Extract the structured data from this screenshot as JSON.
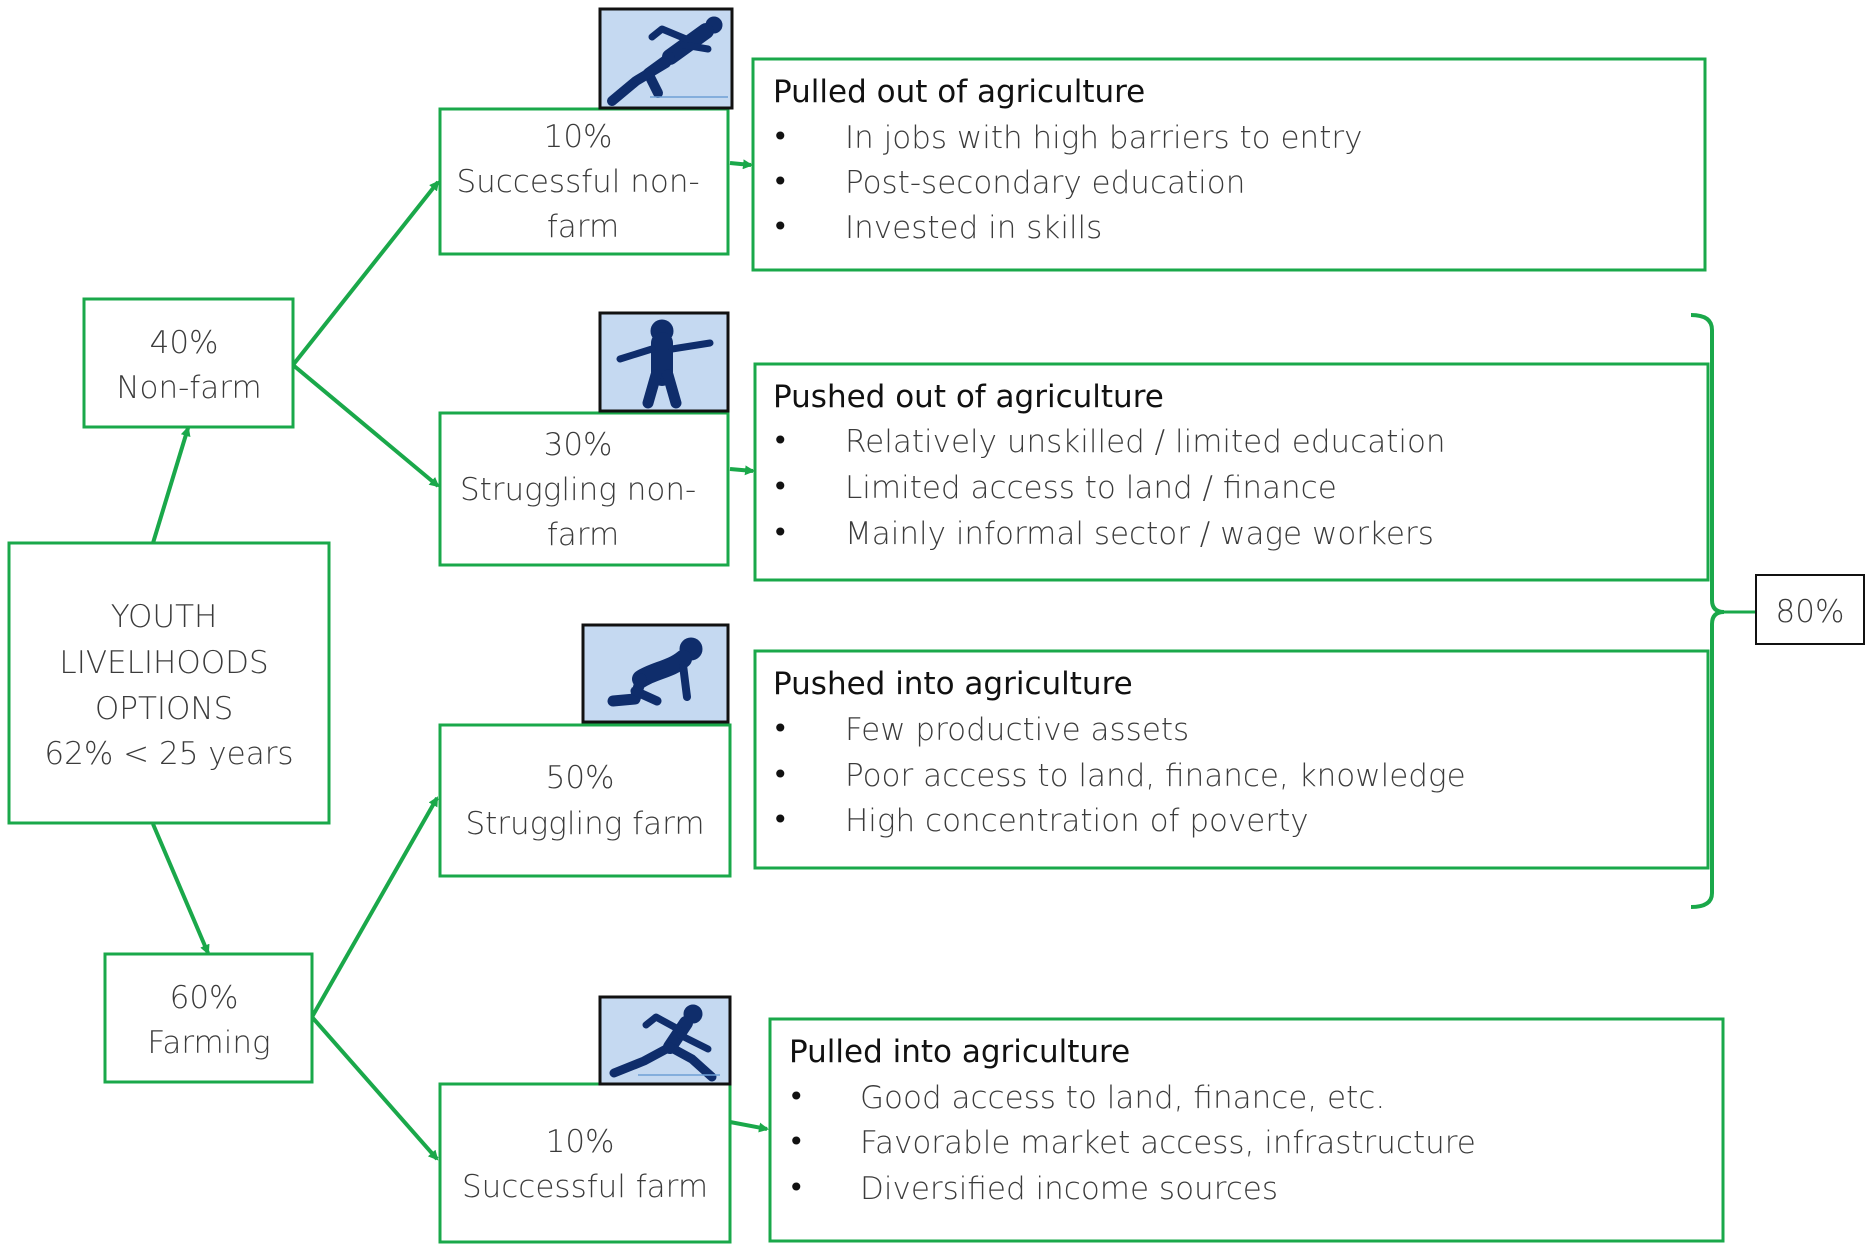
{
  "colors": {
    "connector": "#1aa84a",
    "box_border": "#1aa84a",
    "icon_bg": "#c5d9f1",
    "icon_figure": "#0f2d6b"
  },
  "root": {
    "lines": [
      "YOUTH",
      "LIVELIHOODS",
      "OPTIONS",
      "62% < 25 years"
    ]
  },
  "nonfarm": {
    "lines": [
      "40%",
      "Non-farm"
    ]
  },
  "farming": {
    "lines": [
      "60%",
      "Farming"
    ]
  },
  "outcomes": [
    {
      "lines": [
        "10%",
        "Successful non-",
        "farm"
      ],
      "icon": "sprinting-figure-icon"
    },
    {
      "lines": [
        "30%",
        "Struggling non-",
        "farm"
      ],
      "icon": "standing-figure-icon"
    },
    {
      "lines": [
        "50%",
        "Struggling farm"
      ],
      "icon": "crawling-figure-icon"
    },
    {
      "lines": [
        "10%",
        "Successful farm"
      ],
      "icon": "running-figure-icon"
    }
  ],
  "descriptions": [
    {
      "heading": "Pulled out of agriculture",
      "bullets": [
        "In jobs with high barriers to entry",
        "Post-secondary education",
        "Invested in skills"
      ]
    },
    {
      "heading": "Pushed out of agriculture",
      "bullets": [
        "Relatively unskilled /  limited education",
        "Limited access to land / finance",
        "Mainly informal sector / wage workers"
      ]
    },
    {
      "heading": "Pushed into agriculture",
      "bullets": [
        "Few productive assets",
        "Poor access to land, finance, knowledge",
        "High concentration of poverty"
      ]
    },
    {
      "heading": "Pulled into agriculture",
      "bullets": [
        "Good access to land, finance, etc.",
        "Favorable market access, infrastructure",
        "Diversified income sources"
      ]
    }
  ],
  "bullet_char": "•",
  "bracket_label": "80%"
}
